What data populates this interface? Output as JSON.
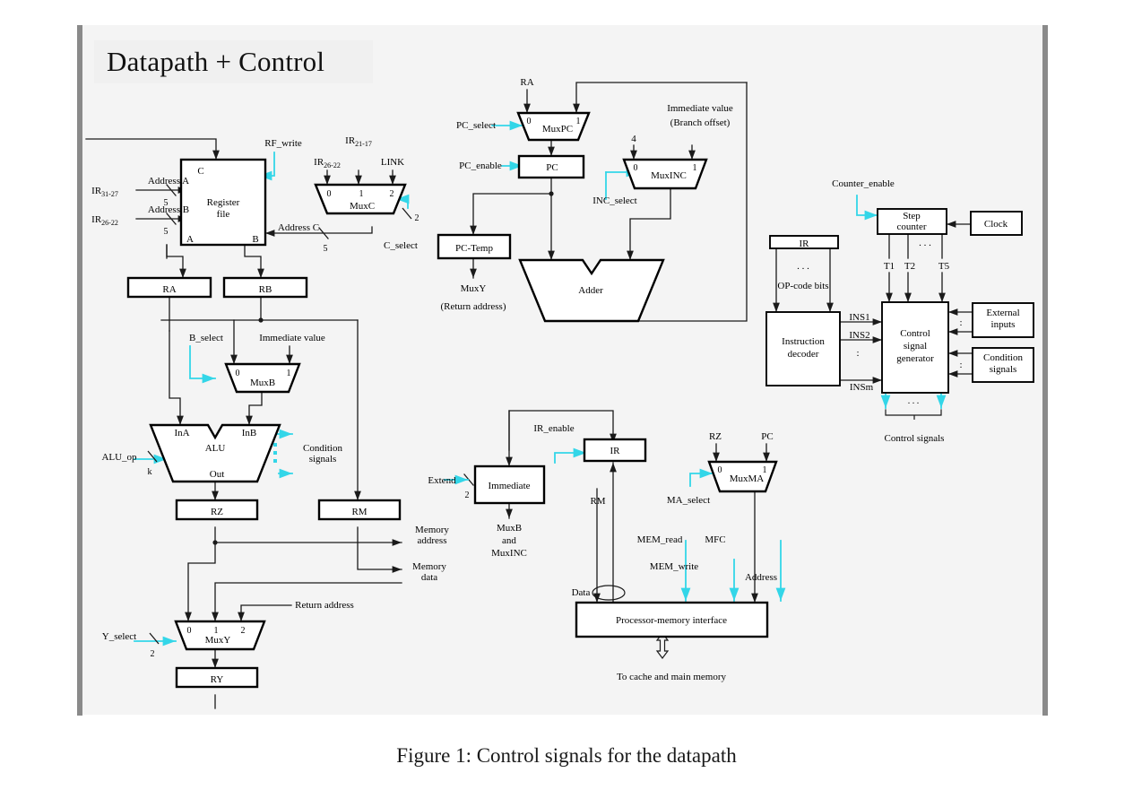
{
  "slide": {
    "title": "Datapath + Control",
    "caption": "Figure 1:  Control signals for the datapath"
  },
  "colors": {
    "control_signal": "#33d6e8",
    "wire": "#1a1a1a",
    "box_border": "#000000",
    "slide_background": "#f4f4f4",
    "title_background": "#f0f0f0",
    "rail": "#8a8a8a"
  },
  "register_file_block": {
    "register_file": "Register\nfile",
    "register_file_line1": "Register",
    "register_file_line2": "file",
    "port_c": "C",
    "port_a": "A",
    "port_b": "B",
    "address_a": "Address A",
    "address_b": "Address B",
    "address_c": "Address C",
    "ir_31_27": "IR",
    "ir_31_27_sub": "31-27",
    "ir_26_22": "IR",
    "ir_26_22_sub": "26-22",
    "width_a": "5",
    "width_b": "5",
    "width_c": "5",
    "rf_write": "RF_write"
  },
  "muxc": {
    "name": "MuxC",
    "in0": "0",
    "in1": "1",
    "in2": "2",
    "src0": "IR",
    "src0_sub": "26-22",
    "src1": "IR",
    "src1_sub": "21-17",
    "src2": "LINK",
    "select_label": "C_select",
    "select_width": "2"
  },
  "registers": {
    "ra": "RA",
    "rb": "RB",
    "rz": "RZ",
    "rm": "RM",
    "ry": "RY"
  },
  "muxb": {
    "name": "MuxB",
    "in0": "0",
    "in1": "1",
    "select_label": "B_select",
    "immediate_label": "Immediate value"
  },
  "alu": {
    "name": "ALU",
    "in_a": "InA",
    "in_b": "InB",
    "out": "Out",
    "op_label": "ALU_op",
    "op_width": "k",
    "condition_signals_line1": "Condition",
    "condition_signals_line2": "signals"
  },
  "memory_bus_labels": {
    "memory_address_line1": "Memory",
    "memory_address_line2": "address",
    "memory_data_line1": "Memory",
    "memory_data_line2": "data"
  },
  "muxy": {
    "name": "MuxY",
    "in0": "0",
    "in1": "1",
    "in2": "2",
    "select_label": "Y_select",
    "select_width": "2",
    "return_address": "Return address"
  },
  "pc_section": {
    "muxpc": {
      "name": "MuxPC",
      "in0": "0",
      "in1": "1",
      "src0": "RA",
      "select_label": "PC_select"
    },
    "pc": "PC",
    "pc_enable": "PC_enable",
    "pc_temp": "PC-Temp",
    "pc_temp_out_line1": "MuxY",
    "pc_temp_out_line2": "(Return address)",
    "muxinc": {
      "name": "MuxINC",
      "in0": "0",
      "in1": "1",
      "src0": "4",
      "src1_line1": "Immediate value",
      "src1_line2": "(Branch offset)",
      "select_label": "INC_select"
    },
    "adder": "Adder"
  },
  "memory_section": {
    "ir": "IR",
    "ir_enable": "IR_enable",
    "immediate": "Immediate",
    "extend_label": "Extend",
    "extend_width": "2",
    "immediate_out_line1": "MuxB",
    "immediate_out_line2": "and",
    "immediate_out_line3": "MuxINC",
    "rm_label": "RM",
    "data_label": "Data",
    "mem_read": "MEM_read",
    "mem_write": "MEM_write",
    "mfc": "MFC",
    "address_label": "Address",
    "muxma": {
      "name": "MuxMA",
      "in0": "0",
      "in1": "1",
      "src0": "RZ",
      "src1": "PC",
      "select_label": "MA_select"
    },
    "interface": "Processor-memory interface",
    "to_memory": "To cache and main memory"
  },
  "control_section": {
    "counter_enable": "Counter_enable",
    "step_counter_line1": "Step",
    "step_counter_line2": "counter",
    "clock": "Clock",
    "ir": "IR",
    "dots": ". . .",
    "opcode_bits": "OP-code bits",
    "instruction_decoder_line1": "Instruction",
    "instruction_decoder_line2": "decoder",
    "timing": [
      "T1",
      "T2",
      "T5"
    ],
    "timing_dots": ". . .",
    "instruction_lines": [
      "INS1",
      "INS2",
      "INSm"
    ],
    "vertical_dots": ":",
    "csg_line1": "Control",
    "csg_line2": "signal",
    "csg_line3": "generator",
    "external_inputs_line1": "External",
    "external_inputs_line2": "inputs",
    "condition_signals_line1": "Condition",
    "condition_signals_line2": "signals",
    "control_signals_label": "Control signals"
  }
}
